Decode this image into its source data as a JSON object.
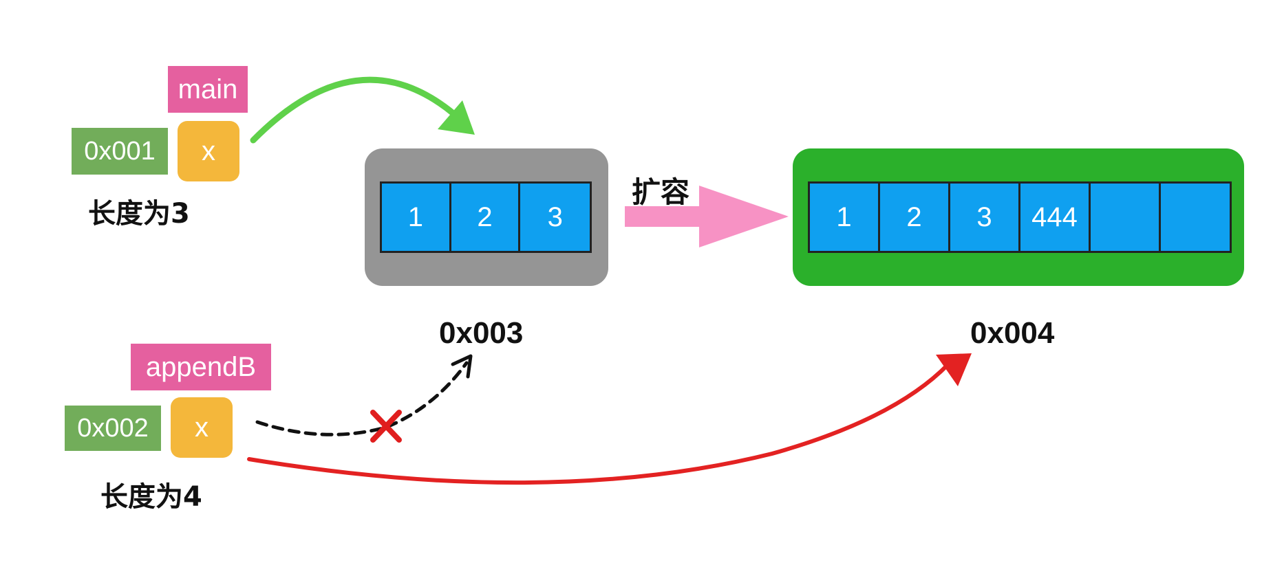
{
  "main_frame": {
    "func": "main",
    "address": "0x001",
    "var": "x",
    "length_label": "长度为3"
  },
  "append_frame": {
    "func": "appendB",
    "address": "0x002",
    "var": "x",
    "length_label": "长度为4"
  },
  "array_old": {
    "address": "0x003",
    "cells": [
      "1",
      "2",
      "3"
    ]
  },
  "array_new": {
    "address": "0x004",
    "cells": [
      "1",
      "2",
      "3",
      "444",
      "",
      ""
    ]
  },
  "expand_label": "扩容",
  "colors": {
    "func_tag": "#e5609f",
    "addr_tag": "#72ad5a",
    "var_box": "#f4b73b",
    "cell": "#0fa0f0",
    "old_container": "#959595",
    "new_container": "#2bb02b",
    "green_arrow": "#5fd14a",
    "pink_arrow": "#f792c4",
    "red_arrow": "#e32222"
  }
}
